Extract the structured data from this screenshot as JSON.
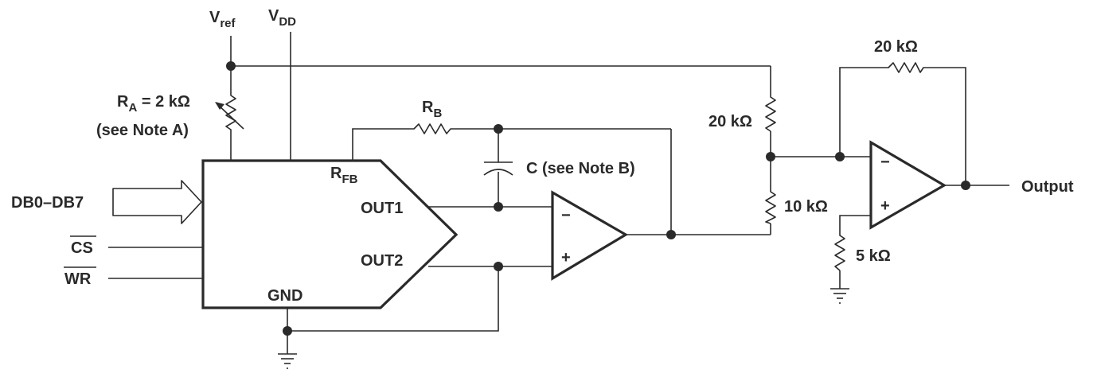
{
  "labels": {
    "vref_main": "V",
    "vref_sub": "ref",
    "vdd_main": "V",
    "vdd_sub": "DD",
    "ra_main": "R",
    "ra_sub": "A",
    "ra_value": " = 2 kΩ",
    "ra_note": "(see Note A)",
    "rb_main": "R",
    "rb_sub": "B",
    "cap_label": "C (see Note B)",
    "rfb_main": "R",
    "rfb_sub": "FB",
    "out1": "OUT1",
    "out2": "OUT2",
    "gnd": "GND",
    "db_bus": "DB0–DB7",
    "cs": "CS",
    "wr": "WR",
    "r_20k_divider": "20 kΩ",
    "r_10k": "10 kΩ",
    "r_20k_feedback": "20 kΩ",
    "r_5k": "5 kΩ",
    "output": "Output",
    "opamp1_minus": "−",
    "opamp1_plus": "+",
    "opamp2_minus": "−",
    "opamp2_plus": "+"
  }
}
